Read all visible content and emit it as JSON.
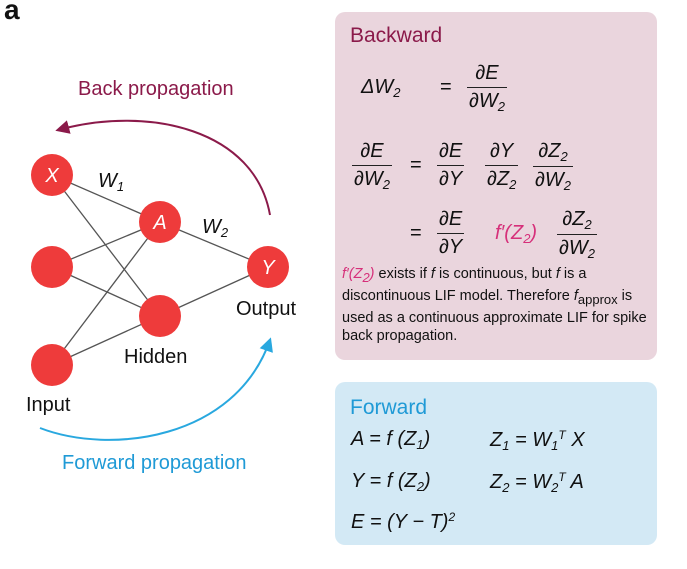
{
  "panel_label": "a",
  "arrows": {
    "back_label": "Back propagation",
    "forward_label": "Forward propagation",
    "back_color": "#8b1a4a",
    "forward_color": "#29a8df"
  },
  "network": {
    "node_color": "#ee3b3b",
    "node_x": "X",
    "node_a": "A",
    "node_y": "Y",
    "weight_1": "W",
    "weight_1_sub": "1",
    "weight_2": "W",
    "weight_2_sub": "2",
    "input_label": "Input",
    "hidden_label": "Hidden",
    "output_label": "Output"
  },
  "backward": {
    "title": "Backward",
    "title_color": "#8b1a4a",
    "bg_color": "#ead5dd",
    "eq1_lhs": "ΔW",
    "eq1_lhs_sub": "2",
    "eq": "=",
    "dE": "∂E",
    "dW": "∂W",
    "sub2": "2",
    "dY": "∂Y",
    "dZ": "∂Z",
    "fprime": "f′(Z",
    "fprime_sub": "2",
    "fprime_close": ")",
    "note_1": "f′(Z",
    "note_1_sub": "2",
    "note_2": ")",
    "note_3": " exists if ",
    "note_4": "f",
    "note_5": " is continuous, but ",
    "note_6": "f",
    "note_7": " is a discontinuous LIF model. Therefore ",
    "note_8": "f",
    "note_8_sub": "approx",
    "note_9": " is used as a continuous approximate LIF for spike back propagation."
  },
  "forward": {
    "title": "Forward",
    "title_color": "#1f9ad6",
    "bg_color": "#d3e9f5",
    "eq_a": "A = f (Z",
    "eq_a_sub": "1",
    "eq_a_close": ")",
    "eq_z1": "Z",
    "eq_z1_sub": "1",
    "eq_z1_mid": " = W",
    "eq_z1_w_sub": "1",
    "eq_z1_sup": "T",
    "eq_z1_end": " X",
    "eq_y": "Y = f (Z",
    "eq_y_sub": "2",
    "eq_y_close": ")",
    "eq_z2": "Z",
    "eq_z2_sub": "2",
    "eq_z2_mid": " = W",
    "eq_z2_w_sub": "2",
    "eq_z2_sup": "T",
    "eq_z2_end": " A",
    "eq_e": "E = (Y − T)",
    "eq_e_sup": "2"
  }
}
